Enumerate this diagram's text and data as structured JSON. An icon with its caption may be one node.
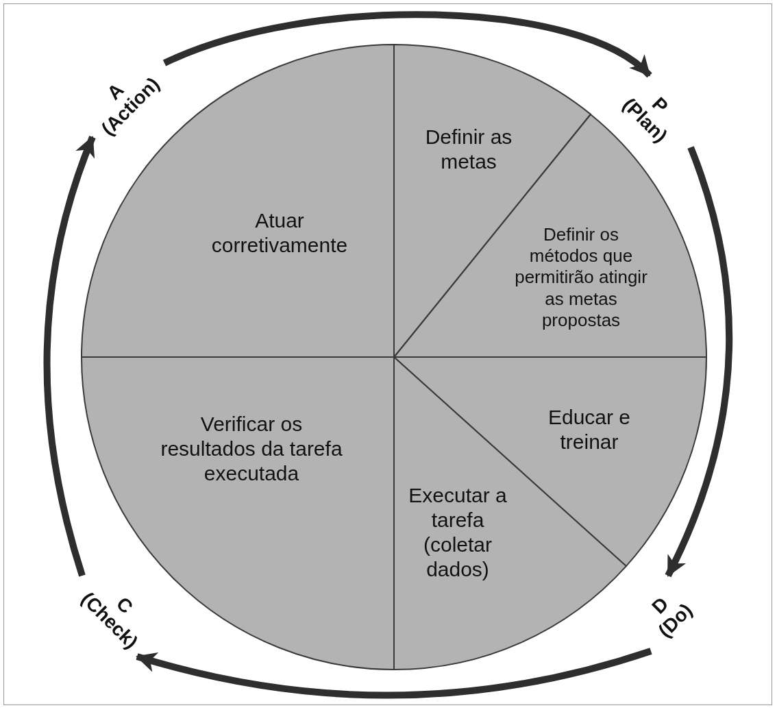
{
  "diagram": {
    "nodes": [
      {
        "text": [
          "P (Plan)"
        ]
      },
      {
        "text": [
          "D (Do)"
        ]
      },
      {
        "text": [
          "C (Check)"
        ]
      },
      {
        "text": [
          "A (Action)"
        ]
      },
      {
        "text": [
          "Definir as metas"
        ]
      },
      {
        "text": [
          "Definir os métodos que permitirão atingir as metas propostas"
        ]
      },
      {
        "text": [
          "Educar e treinar"
        ]
      },
      {
        "text": [
          "Executar a tarefa (coletar dados)"
        ]
      },
      {
        "text": [
          "Verificar os resultados da tarefa executada"
        ]
      },
      {
        "text": [
          "Atuar corretivamente"
        ]
      }
    ],
    "edges": [
      {
        "from": 3,
        "to": 0,
        "arrow": "to"
      },
      {
        "from": 0,
        "to": 1,
        "arrow": "to"
      },
      {
        "from": 1,
        "to": 2,
        "arrow": "to"
      },
      {
        "from": 2,
        "to": 3,
        "arrow": "to"
      }
    ]
  }
}
